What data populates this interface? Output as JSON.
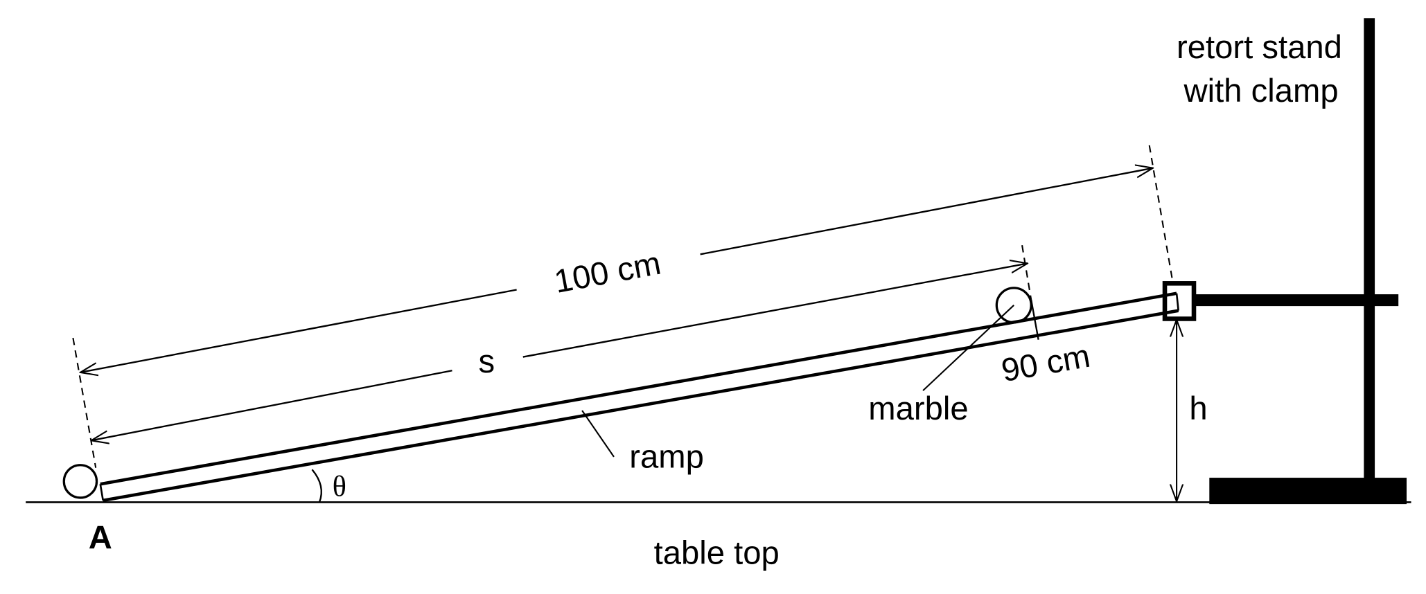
{
  "labels": {
    "stand_line1": "retort stand",
    "stand_line2": "with clamp",
    "length_100": "100 cm",
    "length_s": "s",
    "angle_90": "90 cm",
    "marble": "marble",
    "ramp": "ramp",
    "height": "h",
    "angle": "θ",
    "point_a": "A",
    "table": "table top"
  }
}
